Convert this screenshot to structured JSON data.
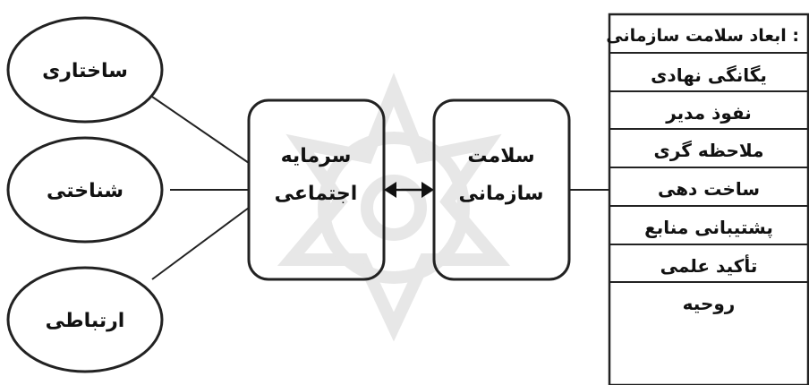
{
  "diagram": {
    "dimensions": [
      {
        "id": "structural",
        "label": "ساختاری"
      },
      {
        "id": "cognitive",
        "label": "شناختی"
      },
      {
        "id": "relational",
        "label": "ارتباطی"
      }
    ],
    "social_capital": {
      "line1": "سرمایه",
      "line2": "اجتماعی"
    },
    "org_health": {
      "line1": "سلامت",
      "line2": "سازمانی"
    },
    "health_dimensions": {
      "title": "ابعاد سلامت سازمانی :",
      "items": [
        "یگانگی نهادی",
        "نفوذ مدیر",
        "ملاحظه گری",
        "ساخت دهی",
        "پشتیبانی منابع",
        "تأکید علمی",
        "روحیه"
      ]
    }
  },
  "colors": {
    "stroke": "#222222",
    "text": "#111111",
    "watermark": "#d9d9d9"
  },
  "watermark": {
    "kind": "decorative-star-rosette"
  }
}
